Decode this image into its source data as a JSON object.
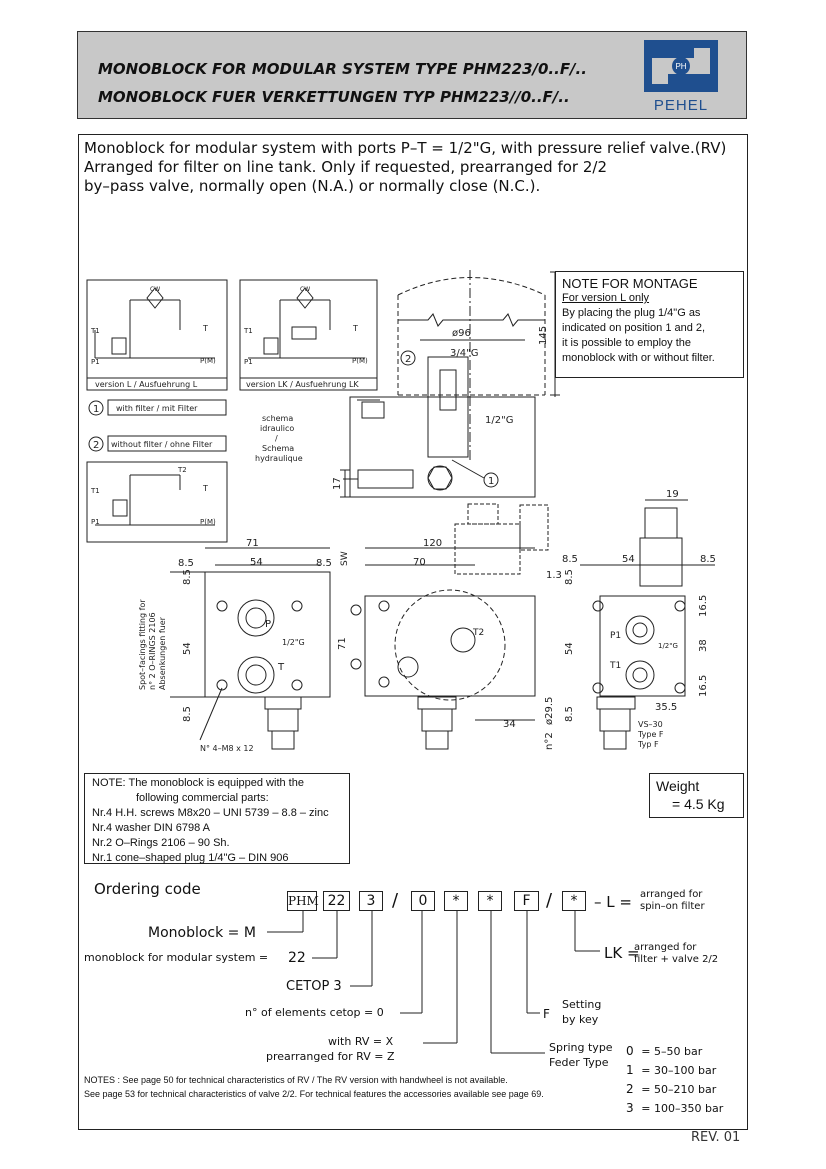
{
  "header": {
    "title_line1": "MONOBLOCK FOR MODULAR SYSTEM TYPE PHM223/0..F/..",
    "title_line2": "MONOBLOCK FUER VERKETTUNGEN TYP PHM223//0..F/..",
    "logo_mark": "PH",
    "logo_text": "PEHEL"
  },
  "intro": [
    "Monoblock for modular system with ports P–T = 1/2\"G, with pressure relief valve.(RV)",
    "Arranged for filter on  line tank. Only if requested, prearranged for 2/2",
    "by–pass valve, normally open (N.A.) or normally close (N.C.)."
  ],
  "schematics": {
    "version_l": "version L / Ausfuehrung L",
    "version_lk": "version LK / Ausfuehrung LK",
    "with_filter": "with filter / mit Filter",
    "without_filter": "without filter / ohne Filter",
    "num1": "1",
    "num2": "2",
    "t1": "T1",
    "t": "T",
    "t2": "T2",
    "p1": "P1",
    "pm": "P(M)",
    "cw": "CW",
    "schema_it": "schema",
    "idraulico": "idraulico",
    "slash": "/",
    "schema_fr": "Schema",
    "hydraulique": "hydraulique"
  },
  "note_montage": {
    "title": "NOTE FOR MONTAGE",
    "subtitle": "For version L only",
    "text": [
      "By placing the plug 1/4\"G as",
      "indicated on position 1 and 2,",
      "it is possible to employ the",
      "monoblock with or without filter."
    ]
  },
  "dims": {
    "d96": "ø96",
    "d34g": "3/4\"G",
    "d145": "145",
    "d12g": "1/2\"G",
    "d17": "17",
    "d19": "19",
    "d71a": "71",
    "d85a": "8.5",
    "d54a": "54",
    "d85b": "8.5",
    "d85c": "8.5",
    "d54b": "54",
    "d71b": "71",
    "d85d": "8.5",
    "d120": "120",
    "d70": "70",
    "d13": "1.3",
    "d85e": "8.5",
    "d54c": "54",
    "d85f": "8.5",
    "d85g": "8.5",
    "d54d": "54",
    "d165a": "16.5",
    "d38": "38",
    "d165b": "16.5",
    "d355": "35.5",
    "d85h": "8.5",
    "d34": "34",
    "d295": "ø29.5",
    "n2": "n°2",
    "d12g_b": "1/2\"G",
    "d12g_c": "1/2\"G",
    "p": "P",
    "tport": "T",
    "p1b": "P1",
    "t1b": "T1",
    "t2b": "T2",
    "spot1": "Spot–facings fitting for",
    "spot2": "n° 2 O–RINGS 2106",
    "spot3": "Absenkungen fuer",
    "screws": "N° 4–M8 x 12",
    "vs30": "VS–30",
    "typef": "Type F",
    "typf": "Typ F",
    "sw": "SW"
  },
  "note_parts": {
    "line1": "NOTE: The monoblock is equipped with the",
    "line2": "following commercial parts:",
    "items": [
      "Nr.4 H.H. screws M8x20 – UNI 5739 – 8.8 – zinc",
      "Nr.4 washer DIN 6798 A",
      "Nr.2 O–Rings 2106 – 90 Sh.",
      "Nr.1 cone–shaped plug 1/4\"G – DIN 906"
    ]
  },
  "weight": {
    "label": "Weight",
    "value": "= 4.5 Kg"
  },
  "ordering": {
    "title": "Ordering code",
    "boxes": [
      "PHM",
      "22",
      "3",
      "0",
      "*",
      "*",
      "F",
      "*"
    ],
    "slash": "/",
    "monoblock": "Monoblock = M",
    "modular": "monoblock for modular system =",
    "modular_val": "22",
    "cetop": "CETOP 3",
    "elements": "n° of elements cetop = 0",
    "with_rv": "with RV    =  X",
    "prearr_rv": "prearranged for RV  =  Z",
    "spring_type": "Spring type",
    "feder_type": "Feder Type",
    "f_label": "F",
    "setting": "Setting",
    "by_key": "by key",
    "l_eq": "– L =",
    "l_desc1": "arranged for",
    "l_desc2": "spin–on filter",
    "lk_eq": "LK =",
    "lk_desc1": "arranged for",
    "lk_desc2": "filter + valve 2/2",
    "springs": [
      {
        "code": "0",
        "range": "=  5–50 bar"
      },
      {
        "code": "1",
        "range": "=  30–100 bar"
      },
      {
        "code": "2",
        "range": "=  50–210 bar"
      },
      {
        "code": "3",
        "range": "=  100–350 bar"
      }
    ]
  },
  "notes_bottom": [
    "NOTES : See page 50 for technical characteristics of RV / The RV version with handwheel is not available.",
    "See page 53 for technical characteristics of valve 2/2. For technical features the accessories available see page 69."
  ],
  "revision": "REV. 01"
}
